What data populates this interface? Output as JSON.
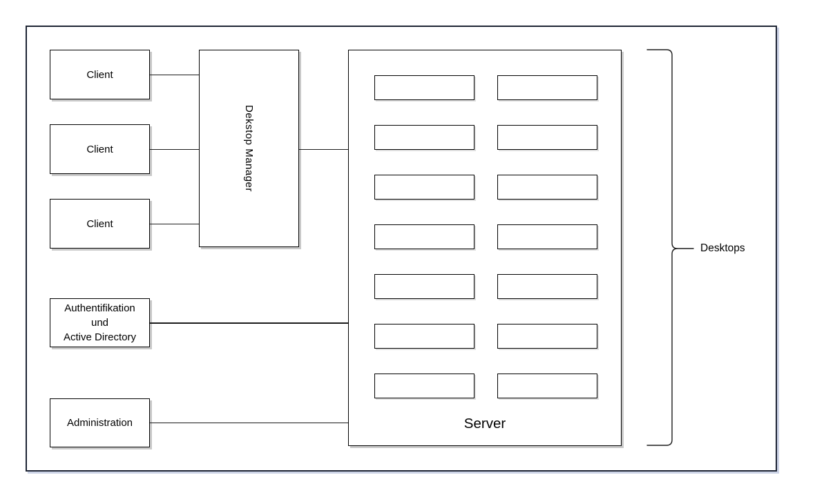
{
  "diagram": {
    "clients": [
      {
        "label": "Client"
      },
      {
        "label": "Client"
      },
      {
        "label": "Client"
      }
    ],
    "desktop_manager": {
      "label": "Dekstop Manager"
    },
    "auth": {
      "label": "Authentifikation\nund\nActive Directory"
    },
    "administration": {
      "label": "Administration"
    },
    "server": {
      "label": "Server",
      "slot_rows": 7,
      "slot_cols": 2
    },
    "brace_label": "Desktops"
  },
  "colors": {
    "background": "#ffffff",
    "node_border": "#000000",
    "outer_border": "#1d2433",
    "node_shadow": "#c9c9c9",
    "outer_shadow": "#ccd3e6",
    "connector": "#1a1a1a"
  }
}
